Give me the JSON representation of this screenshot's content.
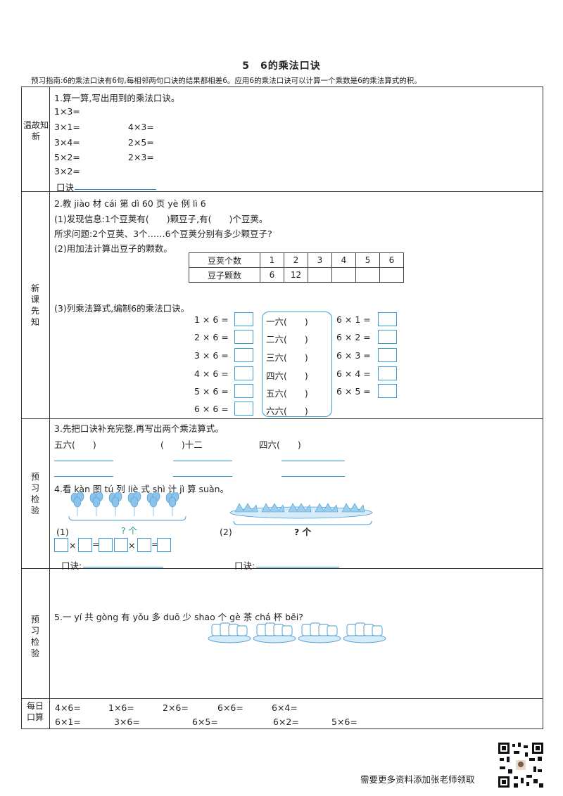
{
  "title": "5　6的乘法口诀",
  "guide": "预习指南:6的乘法口诀有6句,每相邻两句口诀的结果都相差6。应用6的乘法口诀可以计算一个乘数是6的乘法算式的积。",
  "sections": {
    "s1": "温故知新",
    "s2": "新课先知",
    "s3": "预习检验",
    "s4": "预习检验",
    "s5": "每日口算"
  },
  "review": {
    "heading": "1.算一算,写出用到的乘法口诀。",
    "left": [
      "1×3=",
      "3×1=",
      "3×4=",
      "5×2=",
      "3×2="
    ],
    "right": [
      "4×3=",
      "2×5=",
      "2×3="
    ],
    "koujue": "口诀"
  },
  "newlesson": {
    "q2": "2.教 jiào 材 cái 第 dì 60 页 yè 例 lì 6",
    "info": "(1)发现信息:1个豆荚有(　　)颗豆子,有(　　)个豆荚。",
    "question": "所求问题:2个豆荚、3个……6个豆荚分别有多少颗豆子?",
    "add": "(2)用加法计算出豆子的颗数。",
    "table": {
      "row1": [
        "豆荚个数",
        "1",
        "2",
        "3",
        "4",
        "5",
        "6"
      ],
      "row2": [
        "豆子颗数",
        "6",
        "12",
        "",
        "",
        "",
        ""
      ]
    },
    "make": "(3)列乘法算式,编制6的乘法口诀。",
    "left_eq": [
      "1 × 6 =",
      "2 × 6 =",
      "3 × 6 =",
      "4 × 6 =",
      "5 × 6 =",
      "6 × 6 ="
    ],
    "mid": [
      "一六(　　)",
      "二六(　　)",
      "三六(　　)",
      "四六(　　)",
      "五六(　　)",
      "六六(　　)"
    ],
    "right_eq": [
      "6 × 1 =",
      "6 × 2 =",
      "6 × 3 =",
      "6 × 4 =",
      "6 × 5 ="
    ]
  },
  "check": {
    "q3": "3.先把口诀补充完整,再写出两个乘法算式。",
    "fill": [
      "五六(　　)",
      "(　　)十二",
      "四六(　　)"
    ],
    "q4": "4.看 kàn 图 tú 列 liè 式 shì 计 jì 算 suàn。",
    "p1": "(1)",
    "p2": "(2)",
    "qty": "? 个",
    "times": "×",
    "koujue": "口诀:"
  },
  "check2": {
    "q5": "5.一 yí 共 gòng 有 yǒu 多 duō 少 shao 个 gè 茶 chá 杯 bēi?"
  },
  "mental": {
    "row1": [
      "4×6=",
      "1×6=",
      "2×6=",
      "6×6=",
      "6×4="
    ],
    "row2": [
      "6×1=",
      "3×6=",
      "6×5=",
      "6×2=",
      "5×6="
    ]
  },
  "footer": "需要更多资料添加张老师领取",
  "colors": {
    "accent": "#3a9ad6",
    "line": "#333333"
  }
}
